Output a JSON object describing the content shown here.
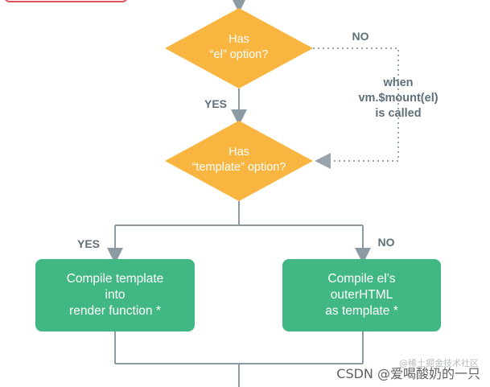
{
  "diagram": {
    "decision_el": {
      "line1": "Has",
      "line2": "“el” option?"
    },
    "decision_template": {
      "line1": "Has",
      "line2": "“template” option?"
    },
    "label_no_top": "NO",
    "label_yes_mid": "YES",
    "mount_note": {
      "line1": "when",
      "line2": "vm.$mount(el)",
      "line3": "is called"
    },
    "label_yes_left": "YES",
    "label_no_right": "NO",
    "box_left": {
      "line1": "Compile template",
      "line2": "into",
      "line3": "render function *"
    },
    "box_right": {
      "line1": "Compile el’s",
      "line2": "outerHTML",
      "line3": "as template *"
    }
  },
  "colors": {
    "diamond": "#f8b540",
    "box": "#41b883",
    "line": "#8c9aa3",
    "dotted": "#9aa3a9",
    "top_box_border": "#e0525e"
  },
  "watermark": {
    "main": "CSDN @爱喝酸奶的一只",
    "faint": "@稀土掘金技术社区"
  }
}
